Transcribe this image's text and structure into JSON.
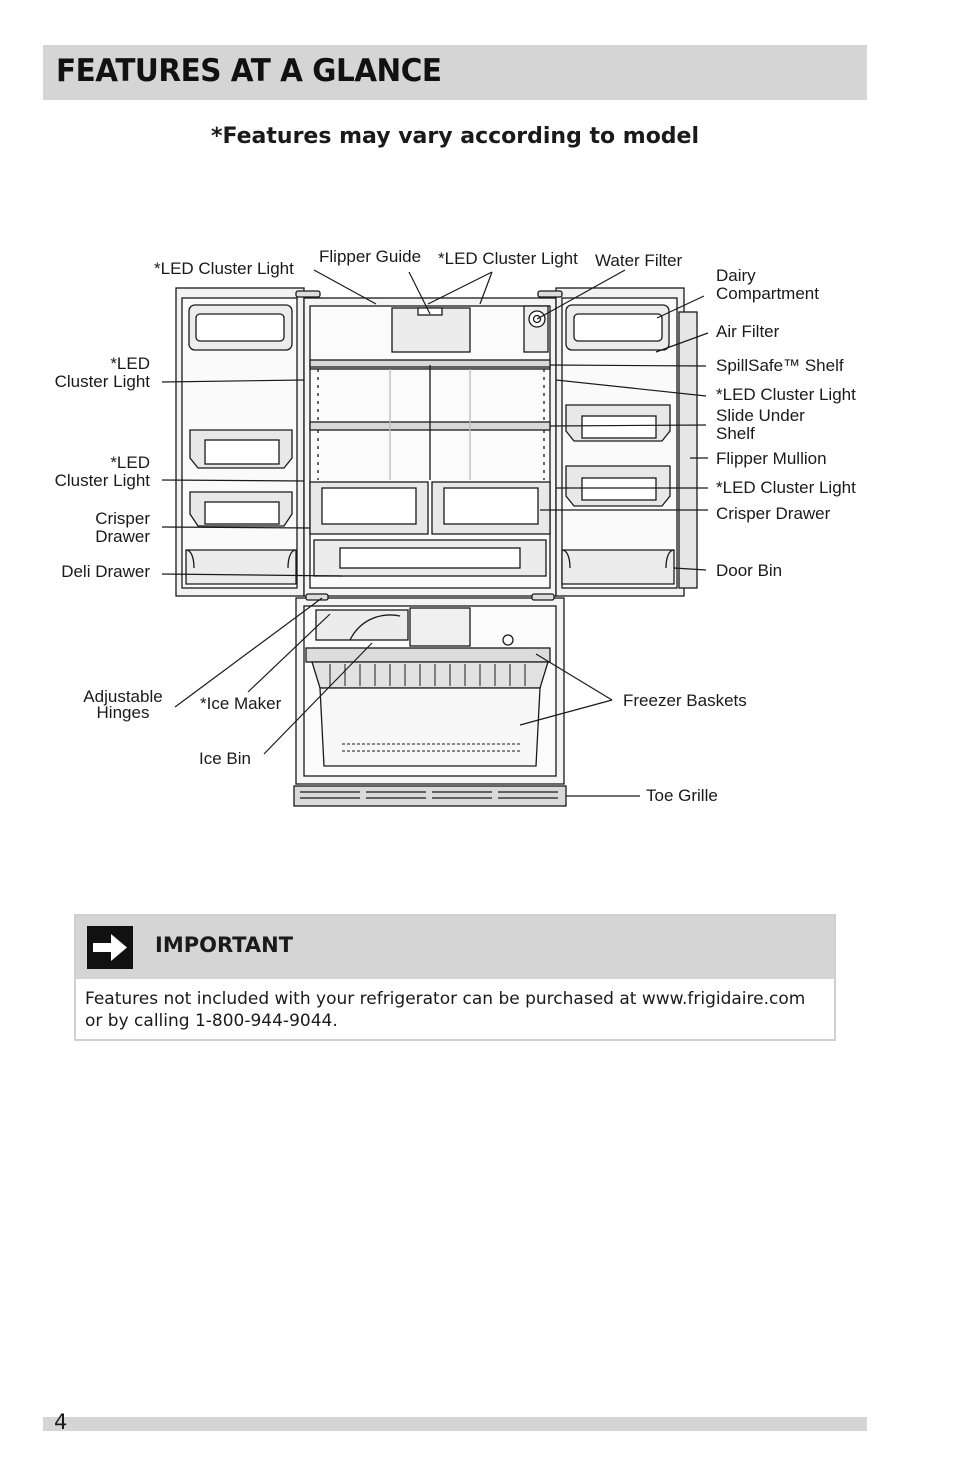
{
  "page": {
    "title": "FEATURES AT A GLANCE",
    "subtitle": "*Features may vary according to model",
    "page_number": "4"
  },
  "diagram": {
    "labels": {
      "led_top_left": "*LED Cluster Light",
      "flipper_guide": "Flipper Guide",
      "led_top_center": "*LED Cluster Light",
      "water_filter": "Water Filter",
      "dairy_1": "Dairy",
      "dairy_2": "Compartment",
      "air_filter": "Air Filter",
      "spillsafe": "SpillSafe™ Shelf",
      "led_right_1": "*LED Cluster Light",
      "slide_1": "Slide Under",
      "slide_2": "Shelf",
      "flipper_mullion": "Flipper Mullion",
      "led_right_2": "*LED Cluster Light",
      "crisper_right": "Crisper Drawer",
      "door_bin": "Door Bin",
      "led_left_1a": "*LED",
      "led_left_1b": "Cluster Light",
      "led_left_2a": "*LED",
      "led_left_2b": "Cluster Light",
      "crisper_left_1": "Crisper",
      "crisper_left_2": "Drawer",
      "deli_drawer": "Deli Drawer",
      "hinges_1": "Adjustable",
      "hinges_2": "Hinges",
      "ice_maker": "*Ice Maker",
      "ice_bin": "Ice Bin",
      "freezer_baskets": "Freezer Baskets",
      "toe_grille": "Toe Grille"
    }
  },
  "important": {
    "title": "IMPORTANT",
    "icon": "arrow-right-icon",
    "body": "Features not included with your refrigerator can be purchased at www.frigidaire.com or by calling 1-800-944-9044."
  },
  "colors": {
    "header_gray": "#d5d5d5",
    "line": "#1a1a1a",
    "cabinet_fill": "#f4f4f4"
  }
}
